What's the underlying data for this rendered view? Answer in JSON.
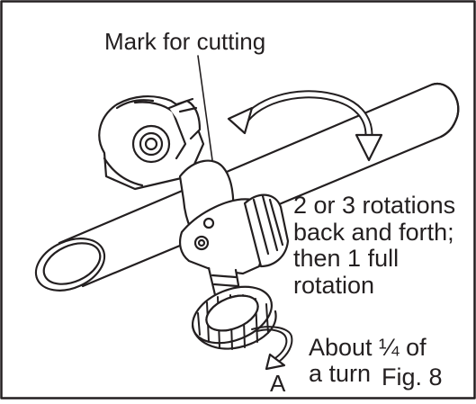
{
  "labels": {
    "mark_for_cutting": "Mark for cutting",
    "rotations": "2 or 3 rotations\nback and forth;\nthen 1 full\nrotation",
    "quarter_turn": "About ¼ of\na turn",
    "point_a": "A",
    "figure": "Fig. 8"
  },
  "colors": {
    "line": "#231f20",
    "fill": "#ffffff",
    "knurl": "#555555",
    "background": "#ffffff"
  },
  "icons": [
    "curved-double-arrow-icon",
    "curved-arrow-icon"
  ]
}
